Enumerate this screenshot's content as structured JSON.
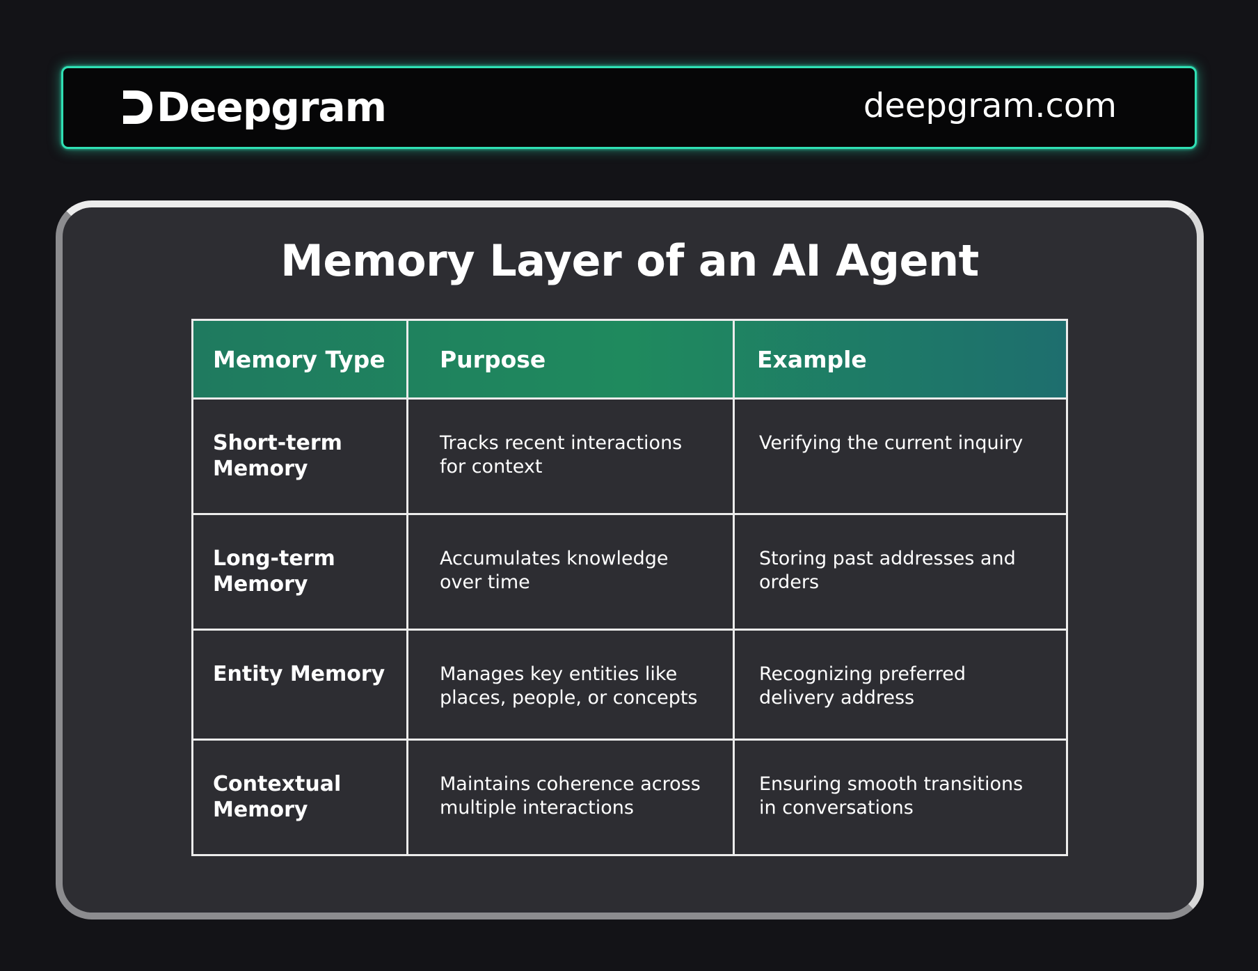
{
  "header": {
    "brand": "Deepgram",
    "website": "deepgram.com"
  },
  "card": {
    "title": "Memory Layer of an AI Agent"
  },
  "table": {
    "headers": [
      "Memory Type",
      "Purpose",
      "Example"
    ],
    "rows": [
      {
        "type": "Short-term Memory",
        "purpose": "Tracks recent interactions for context",
        "example": "Verifying the current inquiry"
      },
      {
        "type": "Long-term Memory",
        "purpose": "Accumulates knowledge over time",
        "example": "Storing past addresses and orders"
      },
      {
        "type": "Entity Memory",
        "purpose": "Manages key entities like places, people, or concepts",
        "example": "Recognizing preferred delivery address"
      },
      {
        "type": "Contextual Memory",
        "purpose": "Maintains coherence across multiple interactions",
        "example": "Ensuring smooth transitions in conversations"
      }
    ]
  },
  "colors": {
    "background": "#131317",
    "header_glow": "#2fe0b4",
    "card_bg": "#2d2d32",
    "table_header_green": "#1f8a5e",
    "table_header_teal": "#1e6e6e"
  }
}
